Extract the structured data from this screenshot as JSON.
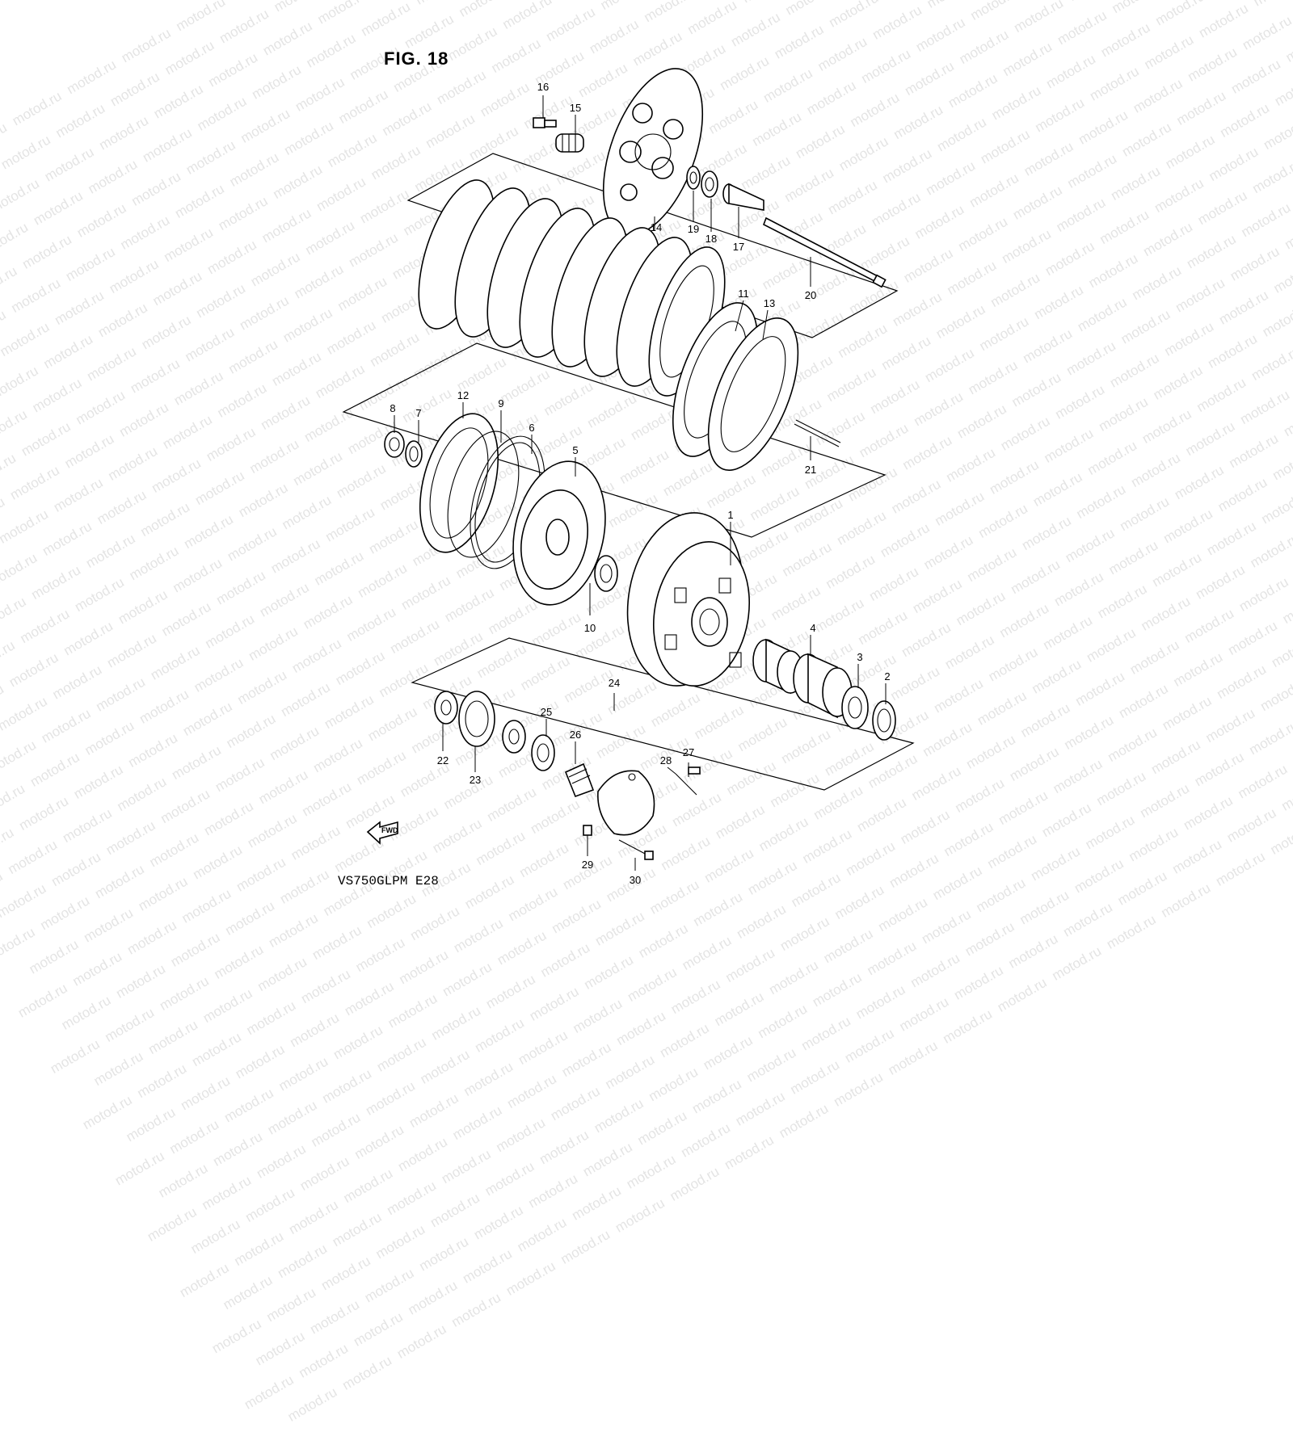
{
  "figure": {
    "title": "FIG. 18",
    "model_code": "VS750GLPM  E28",
    "fwd_label": "FWD"
  },
  "watermark_text": "motod.ru",
  "callouts": [
    {
      "id": "c1",
      "label": "1"
    },
    {
      "id": "c2",
      "label": "2"
    },
    {
      "id": "c3",
      "label": "3"
    },
    {
      "id": "c4",
      "label": "4"
    },
    {
      "id": "c5",
      "label": "5"
    },
    {
      "id": "c6",
      "label": "6"
    },
    {
      "id": "c7",
      "label": "7"
    },
    {
      "id": "c8",
      "label": "8"
    },
    {
      "id": "c9",
      "label": "9"
    },
    {
      "id": "c10",
      "label": "10"
    },
    {
      "id": "c11",
      "label": "11"
    },
    {
      "id": "c12",
      "label": "12"
    },
    {
      "id": "c13",
      "label": "13"
    },
    {
      "id": "c14",
      "label": "14"
    },
    {
      "id": "c15",
      "label": "15"
    },
    {
      "id": "c16",
      "label": "16"
    },
    {
      "id": "c17",
      "label": "17"
    },
    {
      "id": "c18",
      "label": "18"
    },
    {
      "id": "c19",
      "label": "19"
    },
    {
      "id": "c20",
      "label": "20"
    },
    {
      "id": "c21",
      "label": "21"
    },
    {
      "id": "c22",
      "label": "22"
    },
    {
      "id": "c23",
      "label": "23"
    },
    {
      "id": "c24",
      "label": "24"
    },
    {
      "id": "c25",
      "label": "25"
    },
    {
      "id": "c26",
      "label": "26"
    },
    {
      "id": "c27",
      "label": "27"
    },
    {
      "id": "c28",
      "label": "28"
    },
    {
      "id": "c29",
      "label": "29"
    },
    {
      "id": "c30",
      "label": "30"
    }
  ]
}
